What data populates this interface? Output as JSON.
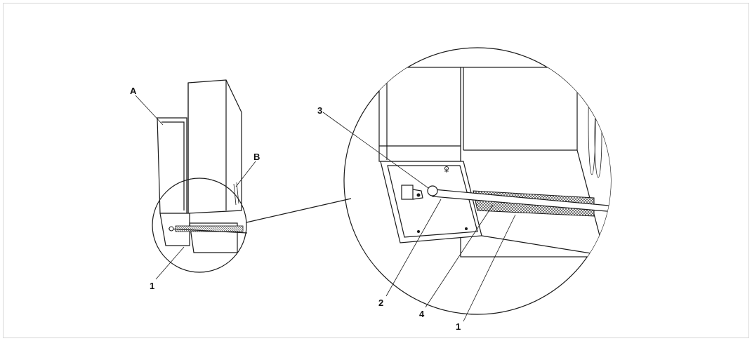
{
  "diagram": {
    "labels": {
      "A": "A",
      "B": "B",
      "small_1": "1",
      "big_3": "3",
      "big_2": "2",
      "big_4": "4",
      "big_1": "1"
    }
  },
  "colors": {
    "line": "#1a1a1a",
    "frame_border": "#d8d8d8",
    "background": "#ffffff"
  }
}
